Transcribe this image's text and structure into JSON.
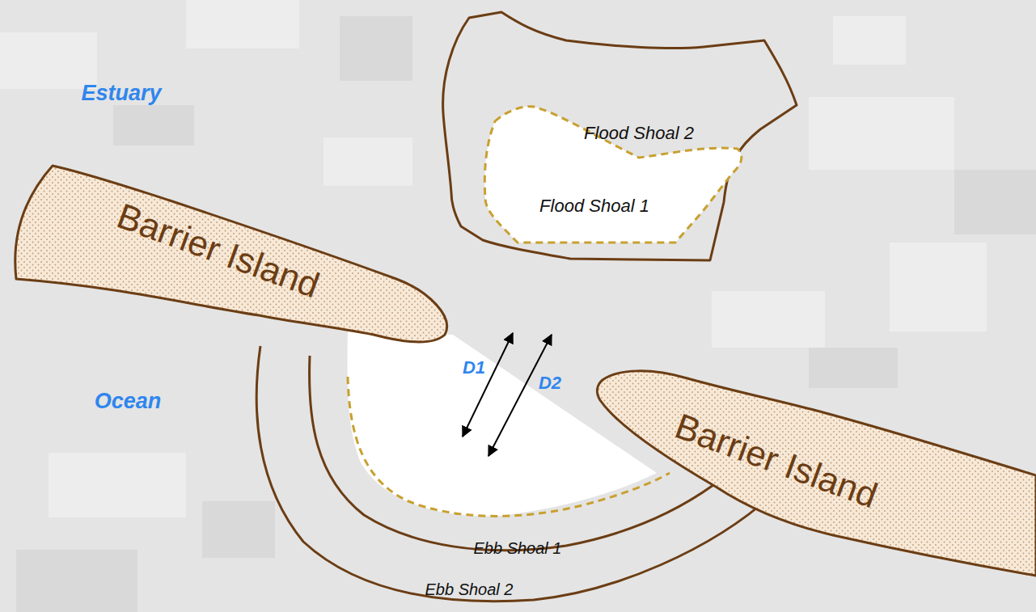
{
  "diagram": {
    "nodes": [
      {
        "text": [
          "Flood Shoal 2"
        ]
      },
      {
        "text": [
          "Flood Shoal 1"
        ],
        "in": 0
      },
      {
        "text": [
          "Barrier Island"
        ]
      },
      {
        "text": [
          "Barrier Island"
        ]
      }
    ],
    "labels": [
      "Estuary",
      "Ocean",
      "D1",
      "D2",
      "Ebb Shoal 1",
      "Ebb Shoal 2"
    ]
  }
}
